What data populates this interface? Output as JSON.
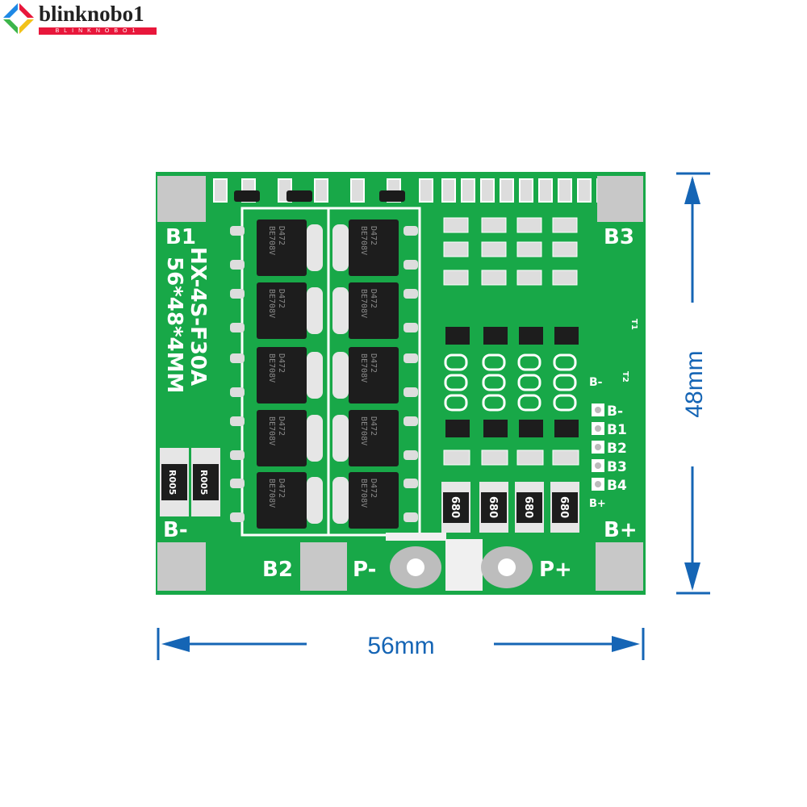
{
  "logo": {
    "name": "blinknobo1",
    "tagline": "BLINKNOBO1"
  },
  "board": {
    "model": "HX-4S-F30A",
    "size": "56*48*4MM",
    "labels": {
      "b1": "B1",
      "b3": "B3",
      "b_minus": "B-",
      "b_plus": "B+",
      "b2": "B2",
      "p_minus": "P-",
      "p_plus": "P+",
      "b_minus_mid": "B-",
      "b_plus_small": "B+",
      "t1": "T1",
      "t2": "T2"
    },
    "header_pins": [
      "B-",
      "B1",
      "B2",
      "B3",
      "B4"
    ],
    "mosfet_marking": [
      "D472",
      "BE708V"
    ],
    "shunt_marking": "R005",
    "resistor_marking": "680"
  },
  "dimensions": {
    "width": "56mm",
    "height": "48mm"
  },
  "colors": {
    "pcb": "#18a848",
    "dimension": "#1565b5",
    "pad": "#c8c8c8",
    "logo_red": "#e8173b"
  }
}
